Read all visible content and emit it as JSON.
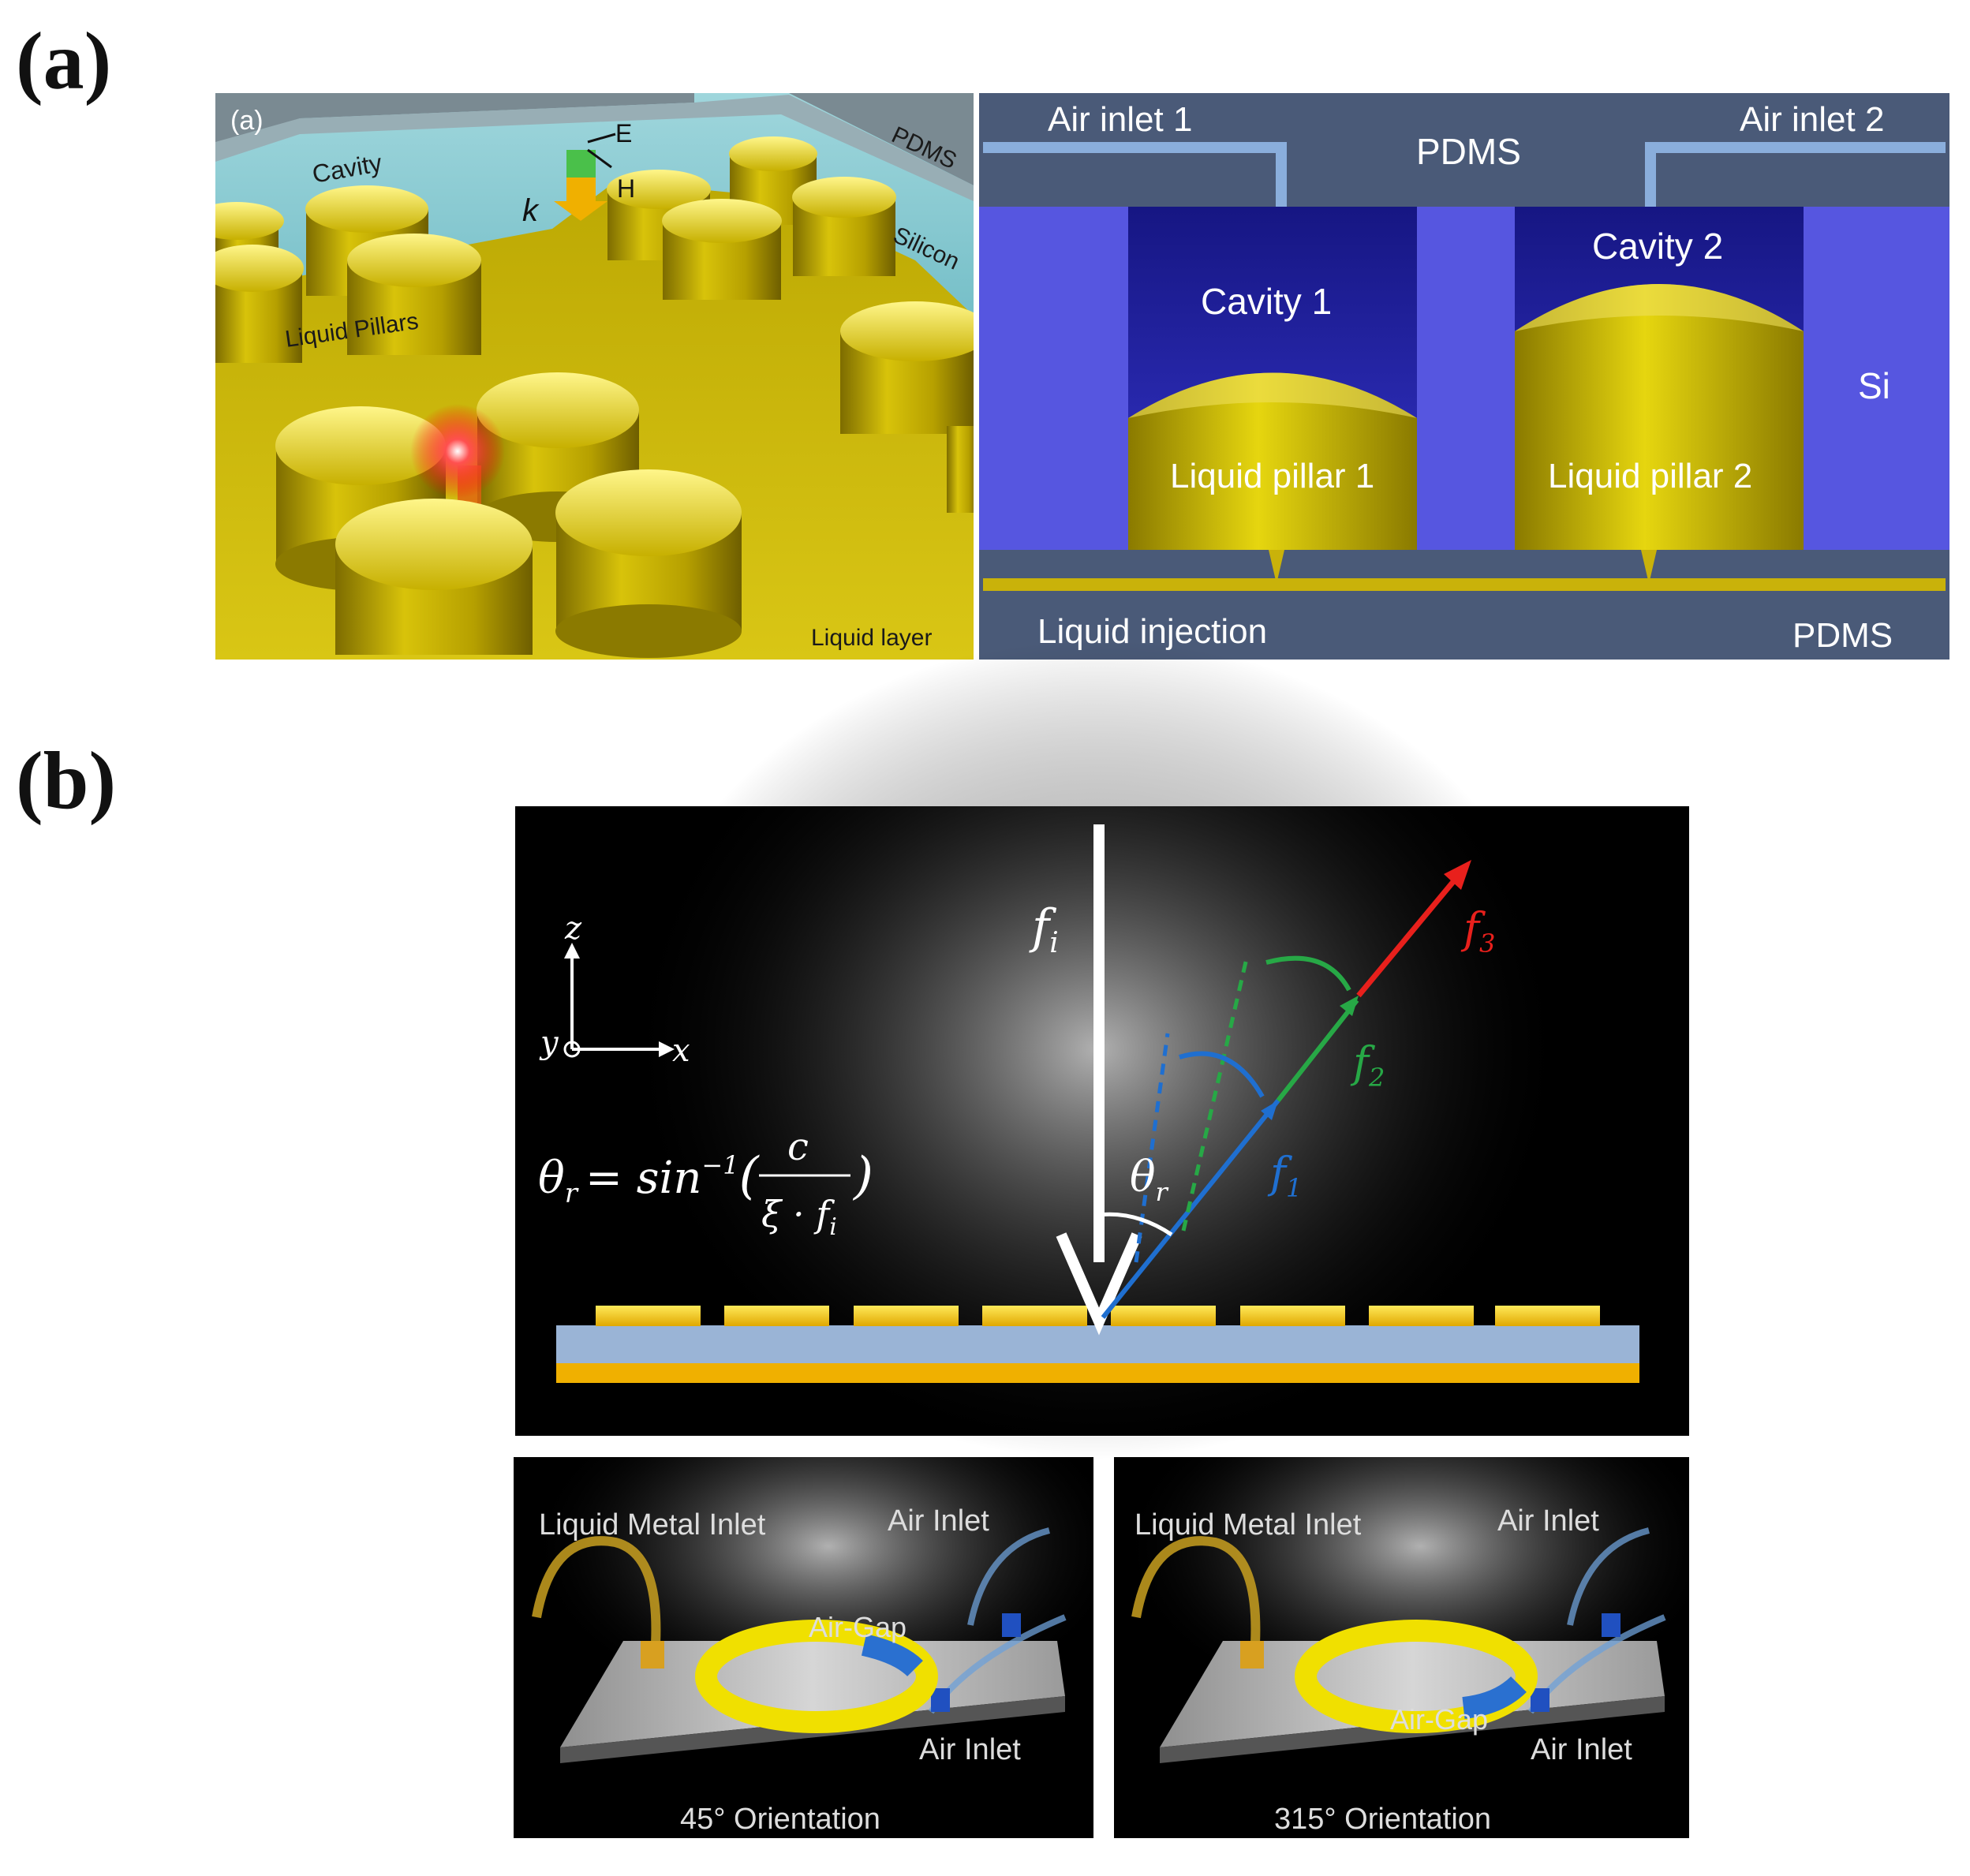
{
  "panel_labels": {
    "a": "(a)",
    "b": "(b)"
  },
  "panel_a": {
    "left_view": {
      "inset_label": "(a)",
      "pdms": "PDMS",
      "cavity": "Cavity",
      "silicon": "Silicon",
      "liquid_pillars": "Liquid Pillars",
      "liquid_layer": "Liquid layer",
      "field_e": "E",
      "field_h": "H",
      "wave_k": "k"
    },
    "right_view": {
      "air_inlet_1": "Air inlet 1",
      "air_inlet_2": "Air inlet 2",
      "pdms_top": "PDMS",
      "cavity_1": "Cavity 1",
      "cavity_2": "Cavity 2",
      "si": "Si",
      "liquid_pillar_1": "Liquid pillar 1",
      "liquid_pillar_2": "Liquid pillar 2",
      "liquid_injection": "Liquid injection",
      "pdms_bottom": "PDMS"
    }
  },
  "panel_b": {
    "axes": {
      "z": "z",
      "y": "y",
      "x": "x"
    },
    "incident": "f",
    "incident_sub": "i",
    "f1": "f",
    "f1_sub": "1",
    "f2": "f",
    "f2_sub": "2",
    "f3": "f",
    "f3_sub": "3",
    "theta": "θ",
    "theta_sub": "r",
    "formula": {
      "lhs": "θ",
      "lhs_sub": "r",
      "rhs": "= sin",
      "exp": "−1",
      "open": "(",
      "num": "c",
      "den": "ξ · f",
      "den_sub": "i",
      "close": ")"
    },
    "device_left": {
      "liquid_metal_inlet": "Liquid Metal Inlet",
      "air_inlet_top": "Air Inlet",
      "air_gap": "Air-Gap",
      "air_inlet_bottom": "Air Inlet",
      "orientation": "45° Orientation"
    },
    "device_right": {
      "liquid_metal_inlet": "Liquid Metal Inlet",
      "air_inlet_top": "Air Inlet",
      "air_gap": "Air-Gap",
      "air_inlet_bottom": "Air Inlet",
      "orientation": "315° Orientation"
    }
  },
  "colors": {
    "gold": "#c9b20a",
    "si_blue": "#5a5ae6",
    "cavity_blue": "#2222b4",
    "pdms_gray": "#4a5a78",
    "panel_bg": "#000000",
    "red_beam": "#e8201c",
    "green_beam": "#27a846",
    "blue_beam": "#1f6fd0"
  }
}
